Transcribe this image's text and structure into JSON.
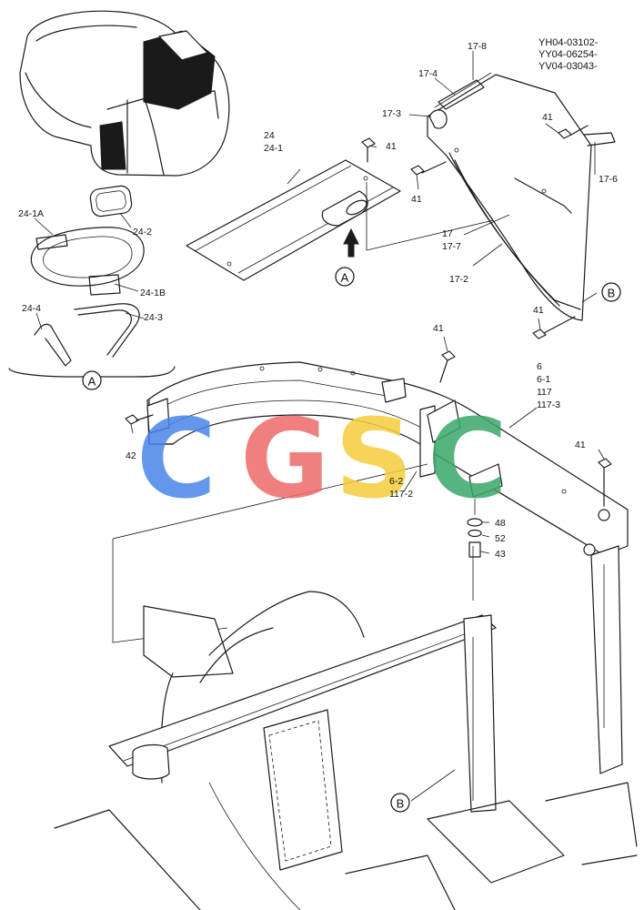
{
  "serial_codes": [
    "YH04-03102-",
    "YY04-06254-",
    "YV04-03043-"
  ],
  "part_labels": {
    "p17_8": "17-8",
    "p17_4": "17-4",
    "p17_3": "17-3",
    "p17_6": "17-6",
    "p17": "17",
    "p17_7": "17-7",
    "p17_2": "17-2",
    "p41_a": "41",
    "p41_b": "41",
    "p41_c": "41",
    "p41_d": "41",
    "p41_e": "41",
    "p41_f": "41",
    "p24": "24",
    "p24_1": "24-1",
    "p24_1A": "24-1A",
    "p24_2": "24-2",
    "p24_1B": "24-1B",
    "p24_3": "24-3",
    "p24_4": "24-4",
    "p6": "6",
    "p6_1": "6-1",
    "p117": "117",
    "p117_3": "117-3",
    "p6_2": "6-2",
    "p117_2": "117-2",
    "p42": "42",
    "p48": "48",
    "p52": "52",
    "p43": "43"
  },
  "callouts": {
    "a_top": "A",
    "a_bottom": "A",
    "b_top": "B",
    "b_bottom": "B"
  },
  "watermark": {
    "letters": [
      "C",
      "G",
      "S",
      "C"
    ],
    "colors": [
      "#4a86e8",
      "#ee6a6a",
      "#f5cd3d",
      "#3aa86b"
    ]
  }
}
